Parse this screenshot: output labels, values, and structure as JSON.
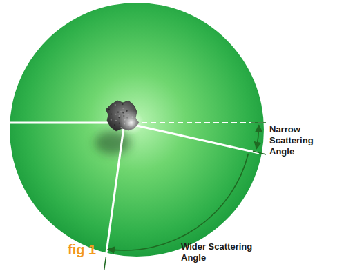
{
  "diagram": {
    "labels": [
      "Narrow Scattering Angle",
      "Wider Scattering Angle",
      "fig 1"
    ]
  }
}
